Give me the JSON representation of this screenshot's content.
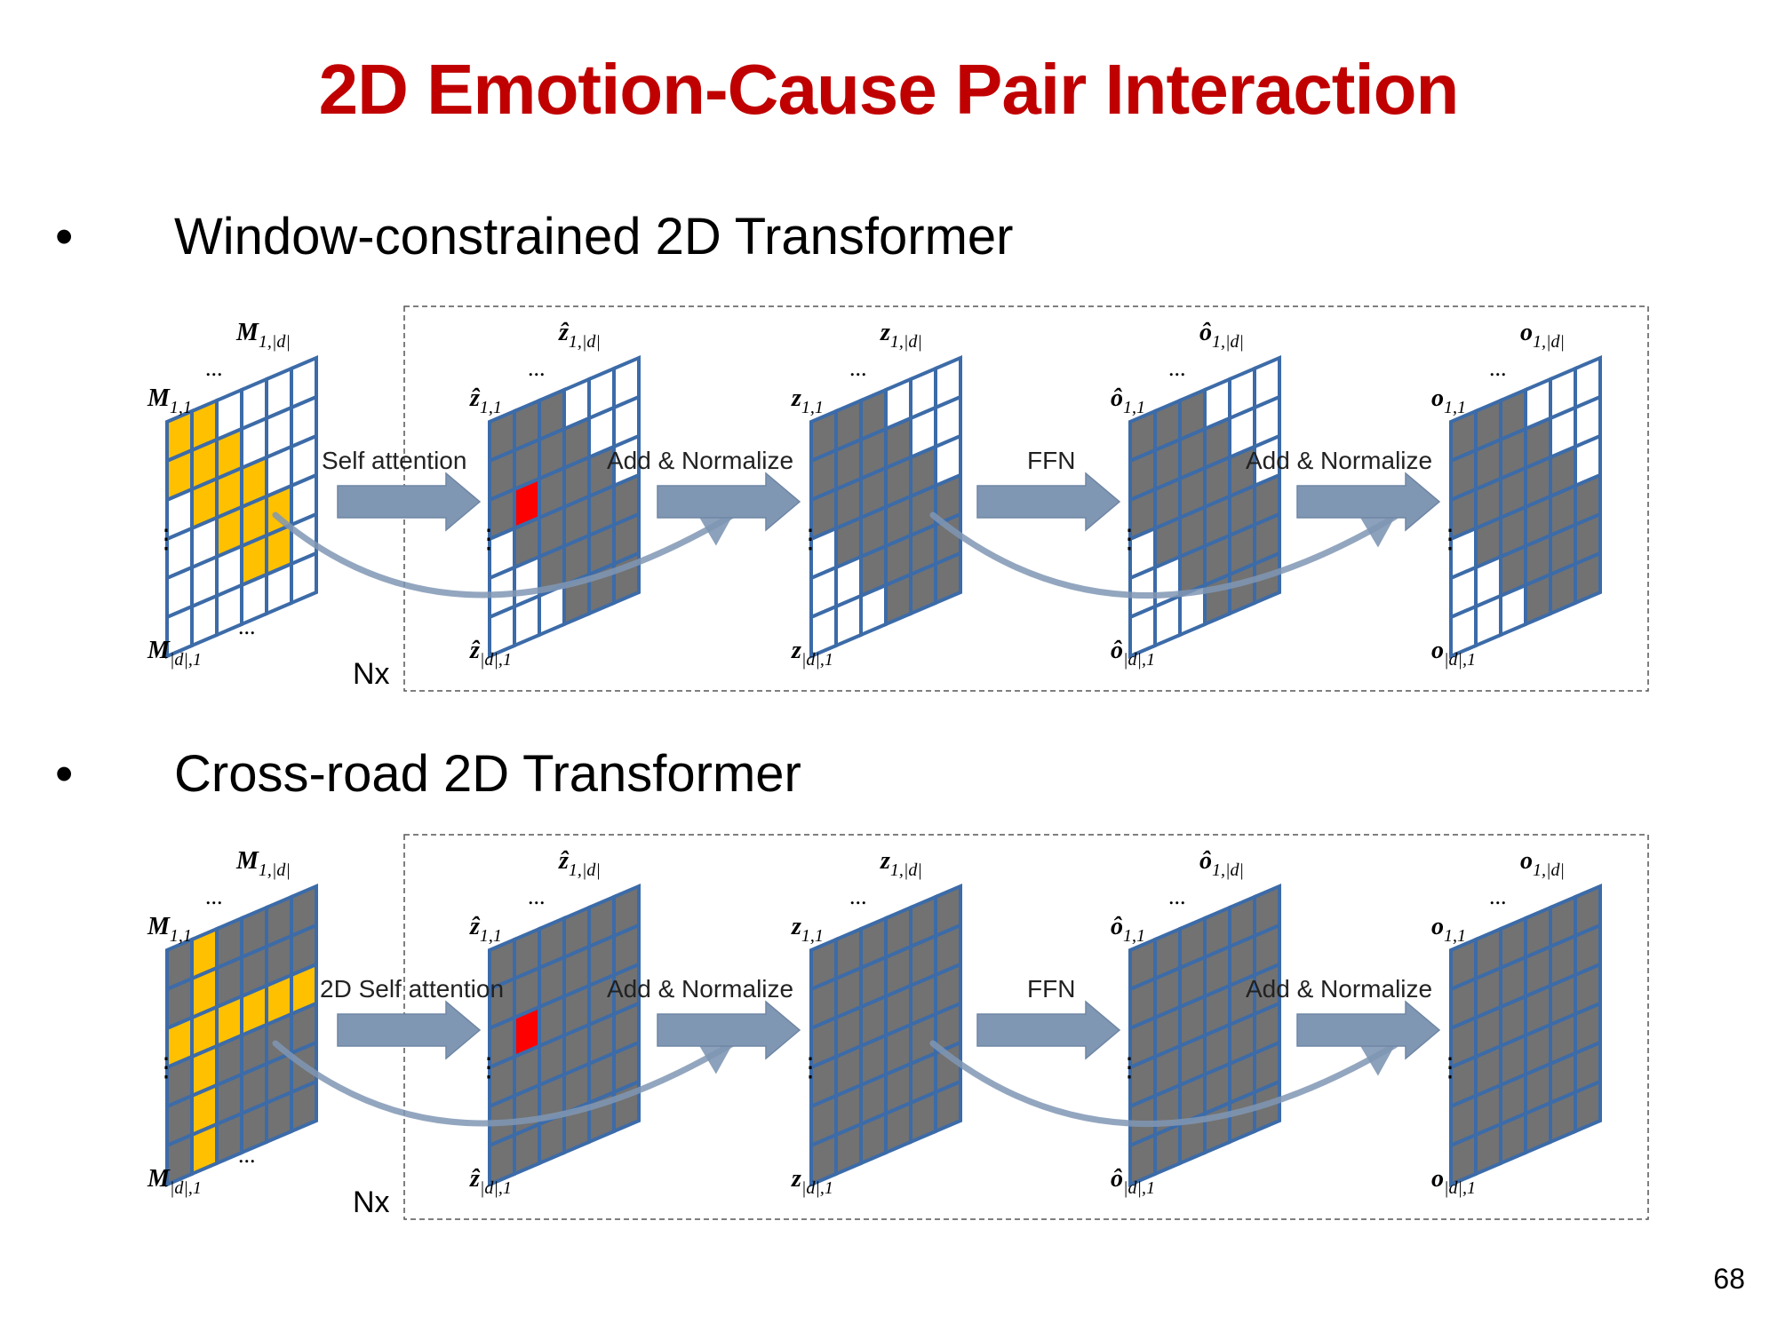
{
  "title": "2D Emotion-Cause Pair Interaction",
  "page_number": "68",
  "colors": {
    "title": "#c00000",
    "grid_line": "#3c6ba8",
    "cell_gray": "#727272",
    "cell_yellow": "#ffc000",
    "cell_red": "#ff0000",
    "arrow": "#8097b4",
    "dash_border": "#555555"
  },
  "sections": [
    {
      "bullet": "•",
      "heading": "Window-constrained 2D Transformer",
      "input_labels": {
        "top_right": "M",
        "top_right_sub": "1,|d|",
        "top_left": "M",
        "top_left_sub": "1,1",
        "bottom": "M",
        "bottom_sub": "|d|,1"
      },
      "repeat_label": "Nx",
      "ops": [
        "Self attention",
        "Add & Normalize",
        "FFN",
        "Add & Normalize"
      ],
      "matrices": [
        {
          "name": "input",
          "base": "M",
          "hat": false,
          "pattern": "window-yellow"
        },
        {
          "name": "z-hat",
          "base": "z",
          "hat": true,
          "pattern": "window-gray-red"
        },
        {
          "name": "z",
          "base": "z",
          "hat": false,
          "pattern": "window-gray"
        },
        {
          "name": "o-hat",
          "base": "o",
          "hat": true,
          "pattern": "window-gray"
        },
        {
          "name": "o",
          "base": "o",
          "hat": false,
          "pattern": "window-gray"
        }
      ]
    },
    {
      "bullet": "•",
      "heading": "Cross-road 2D Transformer",
      "input_labels": {
        "top_right": "M",
        "top_right_sub": "1,|d|",
        "top_left": "M",
        "top_left_sub": "1,1",
        "bottom": "M",
        "bottom_sub": "|d|,1"
      },
      "repeat_label": "Nx",
      "ops": [
        "2D Self attention",
        "Add & Normalize",
        "FFN",
        "Add & Normalize"
      ],
      "matrices": [
        {
          "name": "input",
          "base": "M",
          "hat": false,
          "pattern": "cross-yellow"
        },
        {
          "name": "z-hat",
          "base": "z",
          "hat": true,
          "pattern": "full-gray-red"
        },
        {
          "name": "z",
          "base": "z",
          "hat": false,
          "pattern": "full-gray"
        },
        {
          "name": "o-hat",
          "base": "o",
          "hat": true,
          "pattern": "full-gray"
        },
        {
          "name": "o",
          "base": "o",
          "hat": false,
          "pattern": "full-gray"
        }
      ]
    }
  ],
  "ellipsis": "...",
  "vdots": "⋮",
  "subscripts": {
    "top_right": "1,|d|",
    "top_left": "1,1",
    "bottom": "|d|,1"
  }
}
